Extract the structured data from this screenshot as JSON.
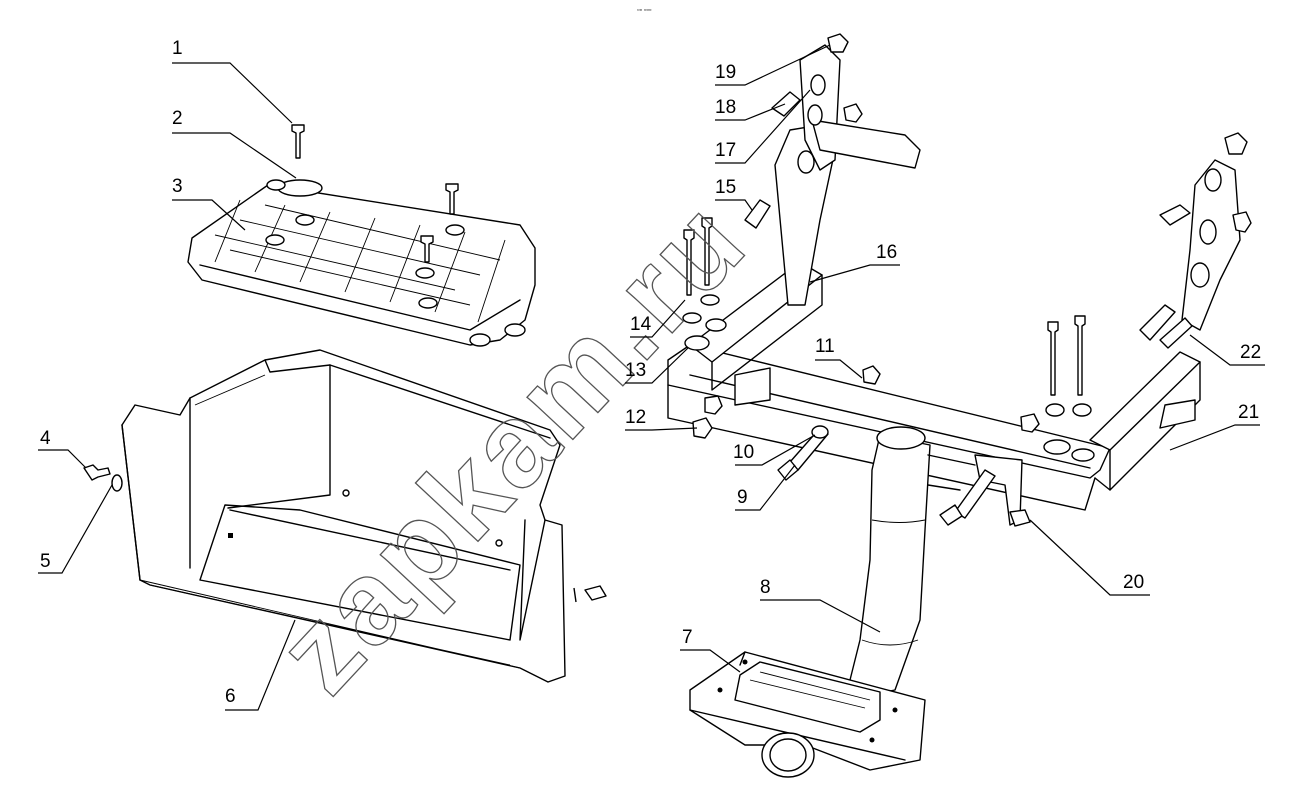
{
  "watermark": "zapkam.ru",
  "top_mark": "▫▫ ▫▫▫",
  "callouts": [
    "1",
    "2",
    "3",
    "4",
    "5",
    "6",
    "7",
    "8",
    "9",
    "10",
    "11",
    "12",
    "13",
    "14",
    "15",
    "16",
    "17",
    "18",
    "19",
    "20",
    "21",
    "22"
  ],
  "parts": {
    "footrest_plate": "parts 1-3",
    "side_panel": "part 6",
    "tow_bar_frame": "parts 9-22",
    "tow_arm": "part 8",
    "hitch_plate": "part 7"
  }
}
